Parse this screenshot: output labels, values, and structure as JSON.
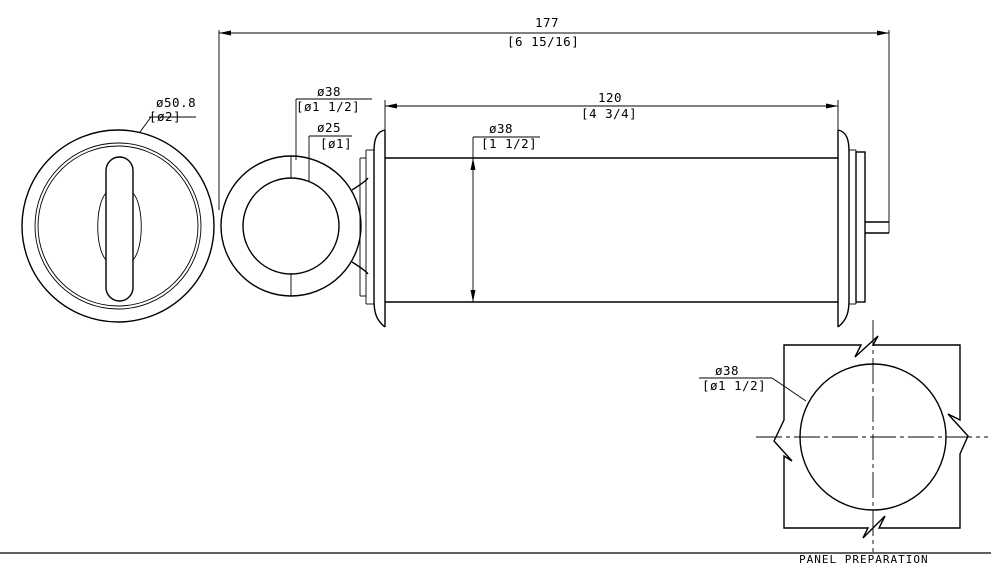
{
  "dimensions": {
    "overall_length": {
      "mm": "177",
      "inch": "[6 15/16]"
    },
    "body_length": {
      "mm": "120",
      "inch": "[4 3/4]"
    },
    "body_diameter": {
      "mm": "ø38",
      "inch": "[1 1/2]"
    },
    "flange_diameter": {
      "mm": "ø50.8",
      "inch": "[ø2]"
    },
    "end_outer_diameter": {
      "mm": "ø38",
      "inch": "[ø1 1/2]"
    },
    "end_inner_diameter": {
      "mm": "ø25",
      "inch": "[ø1]"
    },
    "panel_hole_diameter": {
      "mm": "ø38",
      "inch": "[ø1 1/2]"
    }
  },
  "panel_caption": "PANEL PREPARATION"
}
